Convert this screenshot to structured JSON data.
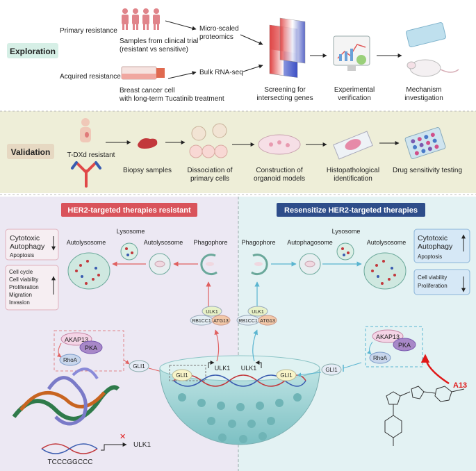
{
  "exploration": {
    "label": "Exploration",
    "primary_resistance": "Primary resistance",
    "acquired_resistance": "Acquired resistance",
    "samples_line1": "Samples from clinical trial",
    "samples_line2": "(resistant vs sensitive)",
    "breast_line1": "Breast cancer cell",
    "breast_line2": "with long-term Tucatinib treatment",
    "proteomics_line1": "Micro-scaled",
    "proteomics_line2": "proteomics",
    "rnaseq": "Bulk RNA-seq",
    "screening_line1": "Screening for",
    "screening_line2": "intersecting genes",
    "verification_line1": "Experimental",
    "verification_line2": "verification",
    "mechanism_line1": "Mechanism",
    "mechanism_line2": "investigation"
  },
  "validation": {
    "label": "Validation",
    "tdxd": "T-DXd resistant",
    "biopsy": "Biopsy samples",
    "dissociation_line1": "Dissociation of",
    "dissociation_line2": "primary cells",
    "organoid_line1": "Construction of",
    "organoid_line2": "organoid models",
    "histo_line1": "Histopathological",
    "histo_line2": "identification",
    "drug": "Drug sensitivity testing"
  },
  "left_panel": {
    "title": "HER2-targeted therapies resistant",
    "cytotoxic": "Cytotoxic",
    "autophagy": "Autophagy",
    "apoptosis": "Apoptosis",
    "cell_cycle": "Cell cycle",
    "cell_viability": "Cell viability",
    "proliferation": "Proliferation",
    "migration": "Migration",
    "invasion": "Invasion",
    "autolysosome_a": "Autolysosome",
    "lysosome": "Lysosome",
    "autolysosome_b": "Autolysosome",
    "phagophore": "Phagophore",
    "ulk1": "ULK1",
    "rb1cc1": "RB1CC1",
    "atg13": "ATG13",
    "akap13": "AKAP13",
    "pka": "PKA",
    "rhoa": "RhoA",
    "gli1_a": "GLI1",
    "gli1_nuc": "GLI1",
    "ulk1_nuc": "ULK1",
    "sequence": "TCCCGGCCC",
    "ulk1_target": "ULK1"
  },
  "right_panel": {
    "title": "Resensitize HER2-targeted therapies",
    "cytotoxic": "Cytotoxic",
    "autophagy": "Autophagy",
    "apoptosis": "Apoptosis",
    "cell_viability": "Cell viability",
    "proliferation": "Proliferation",
    "phagophore": "Phagophore",
    "autophagosome": "Autophagosome",
    "lysosome": "Lysosome",
    "autolysosome": "Autolysosome",
    "ulk1": "ULK1",
    "rb1cc1": "RB1CC1",
    "atg13": "ATG13",
    "akap13": "AKAP13",
    "pka": "PKA",
    "rhoa": "RhoA",
    "gli1_a": "GLI1",
    "gli1_nuc": "GLI1",
    "ulk1_nuc": "ULK1",
    "a13": "A13"
  },
  "colors": {
    "exploration_bg": "#ffffff",
    "validation_bg": "#eeeed8",
    "left_bg": "#ece8f3",
    "right_bg": "#e3f2f3",
    "left_title": "#d9535b",
    "right_title": "#2e4d8a",
    "red_arrow": "#e06060",
    "blue_arrow": "#5ab5d0",
    "a13_red": "#e01818"
  }
}
